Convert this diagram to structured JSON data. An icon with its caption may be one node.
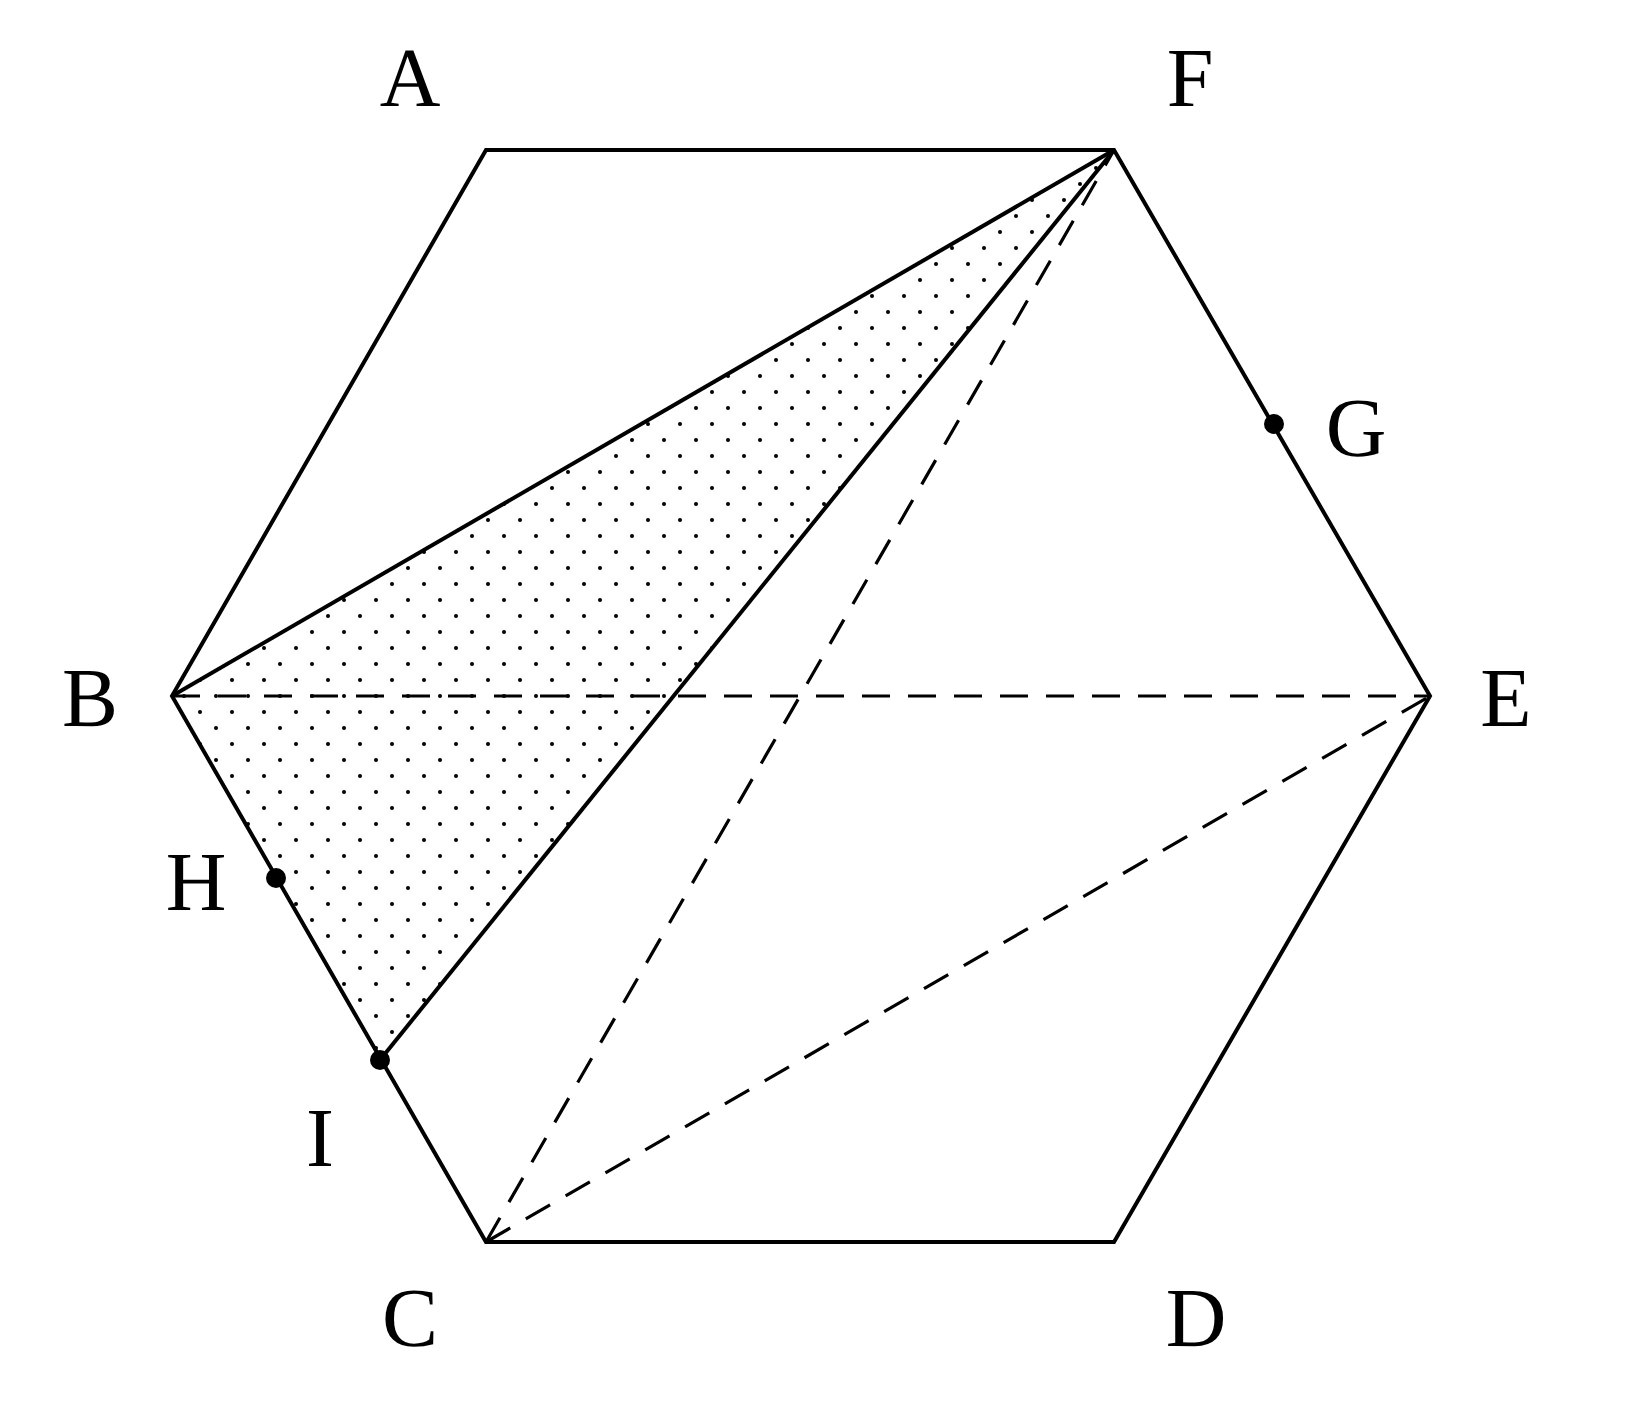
{
  "diagram": {
    "labels": [
      "A",
      "F",
      "G",
      "B",
      "E",
      "H",
      "I",
      "C",
      "D"
    ]
  }
}
